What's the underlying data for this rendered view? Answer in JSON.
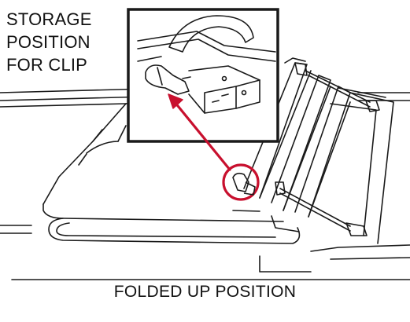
{
  "callout": {
    "lines": [
      "STORAGE",
      "POSITION",
      "FOR CLIP"
    ]
  },
  "caption": "FOLDED UP POSITION",
  "colors": {
    "line": "#1a1a1a",
    "highlight": "#c8102e",
    "background": "#ffffff"
  }
}
